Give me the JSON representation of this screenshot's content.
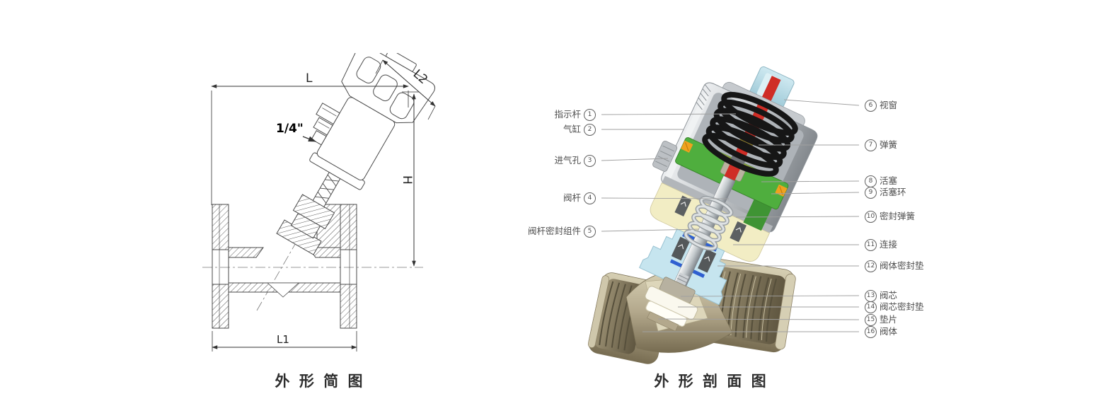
{
  "left_figure": {
    "caption": "外 形 简 图",
    "dimensions": {
      "top": "L",
      "diagonal": "L2",
      "height": "H",
      "bottom": "L1",
      "air_port": "1/4\""
    }
  },
  "right_figure": {
    "caption": "外 形 剖 面 图",
    "left_labels": [
      {
        "num": "1",
        "name": "指示杆"
      },
      {
        "num": "2",
        "name": "气缸"
      },
      {
        "num": "3",
        "name": "进气孔"
      },
      {
        "num": "4",
        "name": "阀杆"
      },
      {
        "num": "5",
        "name": "阀杆密封组件"
      }
    ],
    "right_labels": [
      {
        "num": "6",
        "name": "视窗"
      },
      {
        "num": "7",
        "name": "弹簧"
      },
      {
        "num": "8",
        "name": "活塞"
      },
      {
        "num": "9",
        "name": "活塞环"
      },
      {
        "num": "10",
        "name": "密封弹簧"
      },
      {
        "num": "11",
        "name": "连接"
      },
      {
        "num": "12",
        "name": "阀体密封垫"
      },
      {
        "num": "13",
        "name": "阀芯"
      },
      {
        "num": "14",
        "name": "阀芯密封垫"
      },
      {
        "num": "15",
        "name": "垫片"
      },
      {
        "num": "16",
        "name": "阀体"
      }
    ],
    "colors": {
      "valve_body": "#b3a88c",
      "bonnet": "#c6e5ef",
      "cylinder": "#c6cacd",
      "spring": "#161616",
      "indicator_rod": "#cf2d26",
      "piston": "#4fae3e",
      "chamber": "#f2edc4",
      "sight_window": "#b7dce6",
      "piston_ring_marker": "#f0a21e"
    }
  }
}
